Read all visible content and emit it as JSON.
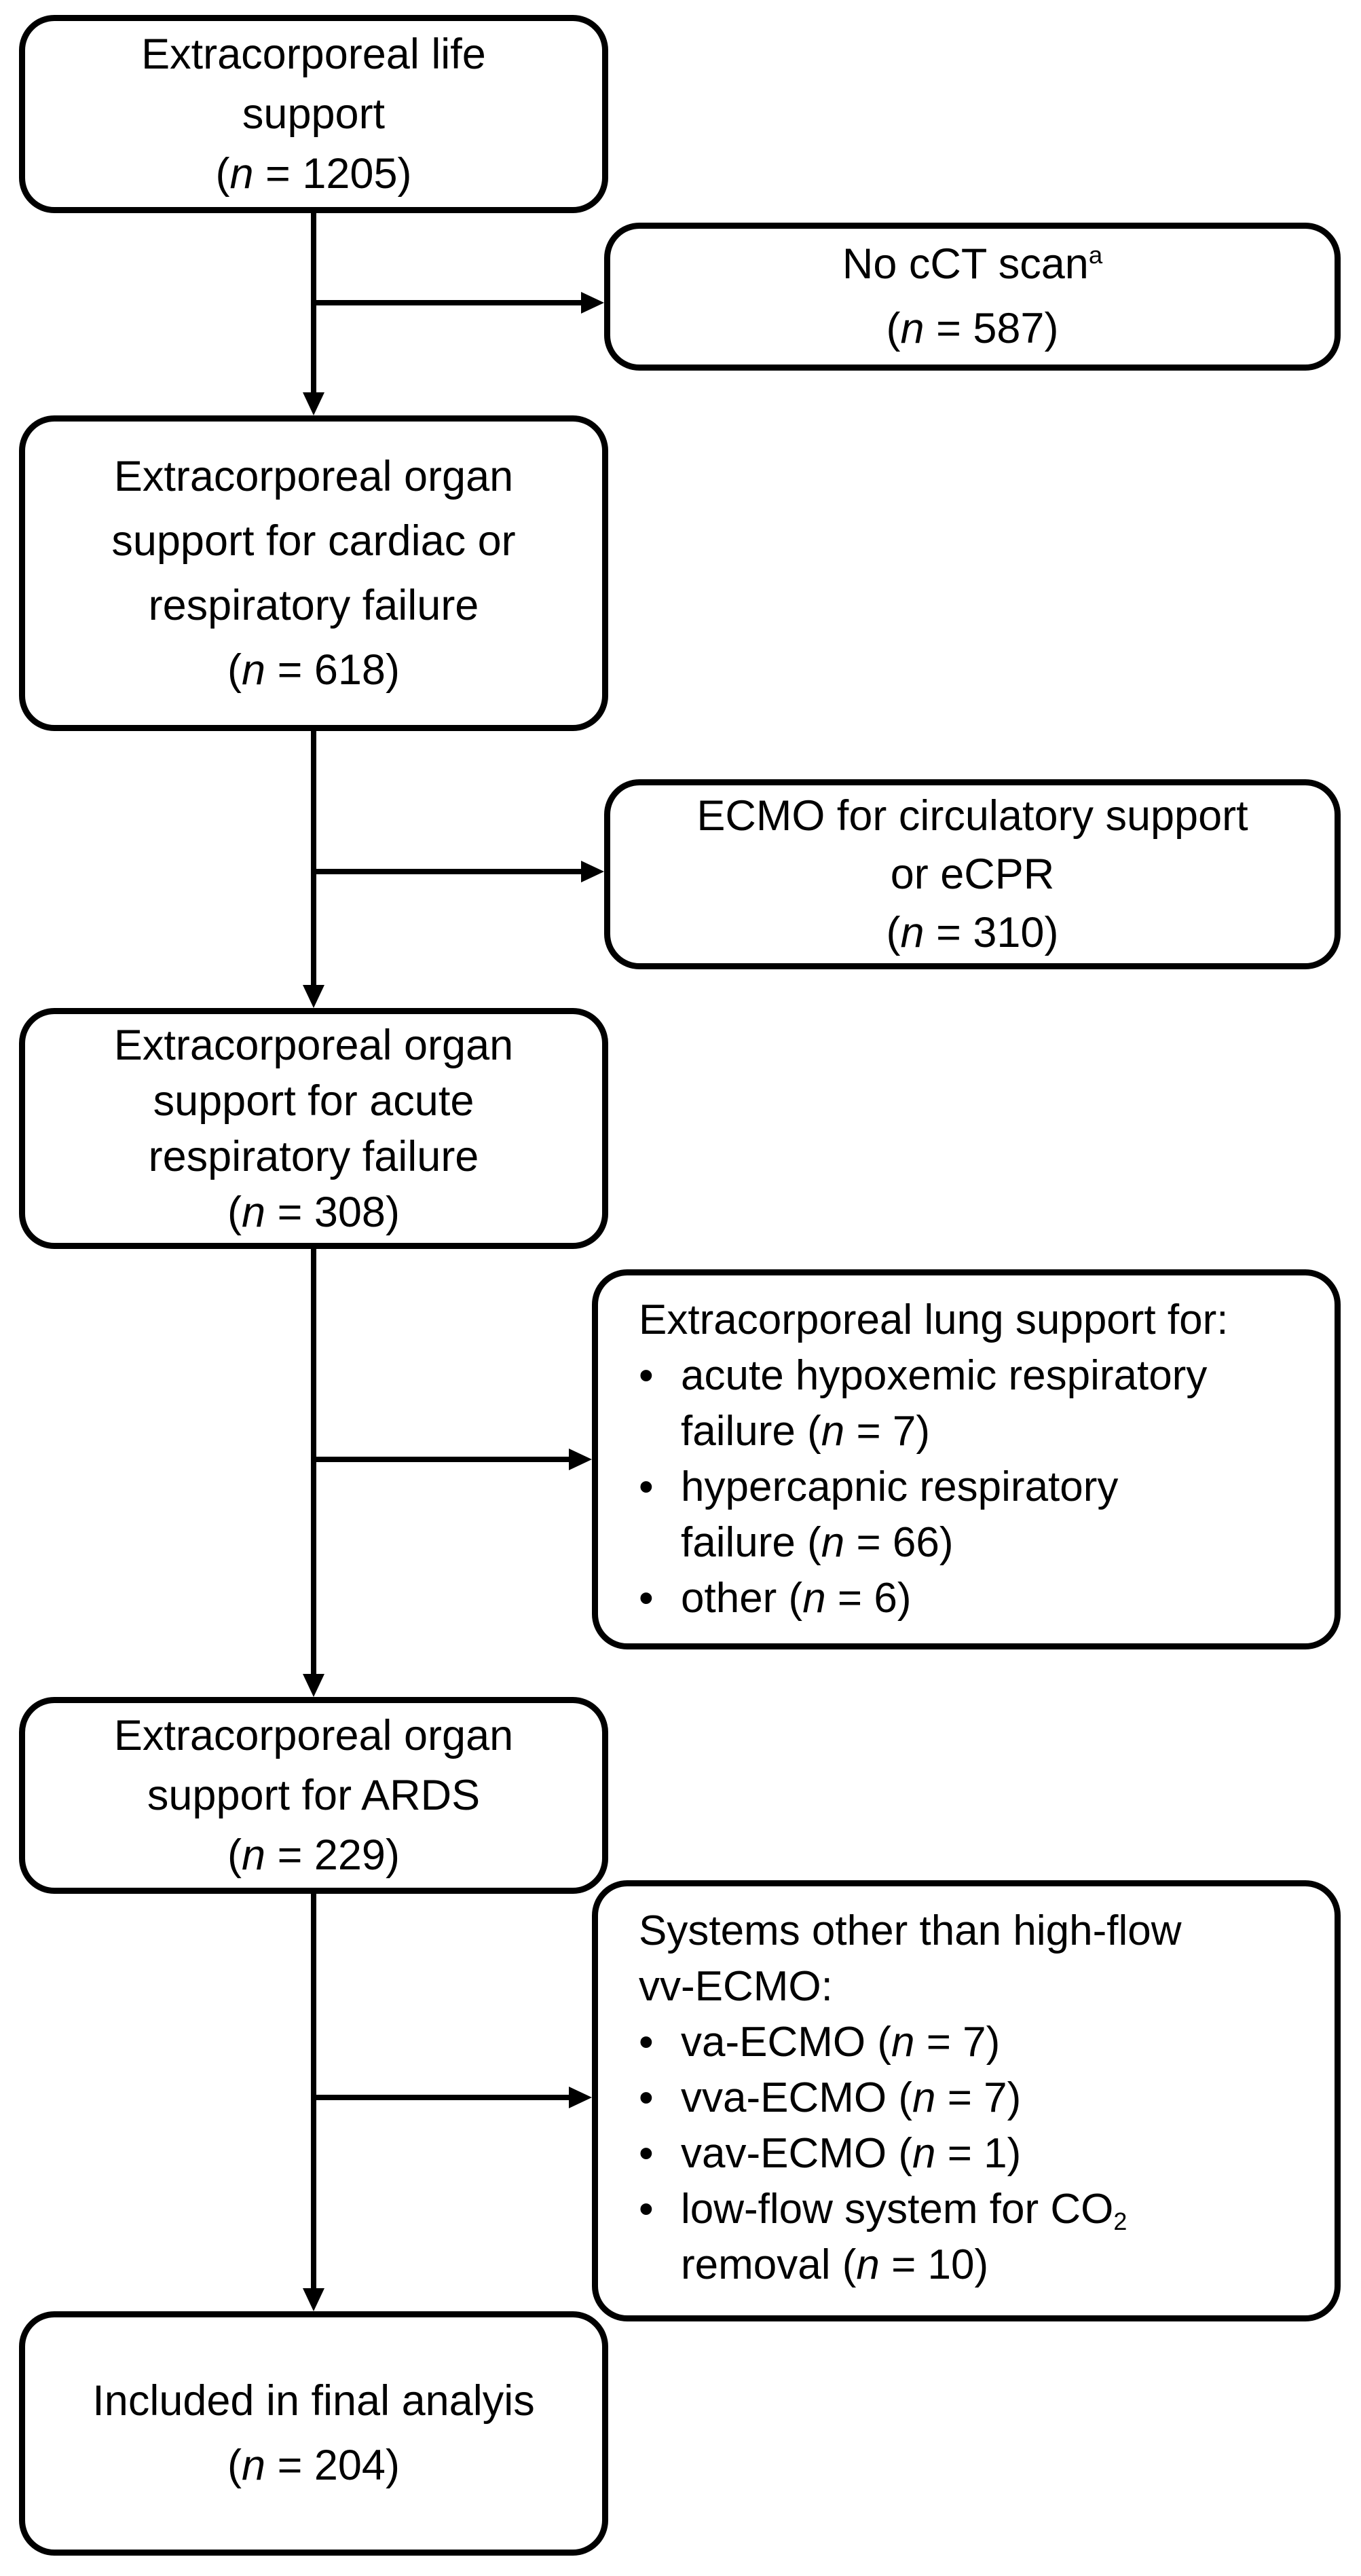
{
  "figure": {
    "type": "flow-diagram",
    "bullet_char": "•",
    "colors": {
      "stroke": "#000000",
      "background": "#ffffff",
      "text": "#000000"
    }
  },
  "boxes": {
    "els": {
      "lines": [
        {
          "segments": [
            {
              "text": "Extracorporeal life"
            }
          ]
        },
        {
          "segments": [
            {
              "text": "support"
            }
          ]
        },
        {
          "segments": [
            {
              "text": "("
            },
            {
              "text": "n",
              "style": "italic"
            },
            {
              "text": " = 1205)"
            }
          ]
        }
      ]
    },
    "no_cct": {
      "lines": [
        {
          "segments": [
            {
              "text": "No cCT scan"
            },
            {
              "text": "a",
              "style": "sup"
            }
          ]
        },
        {
          "segments": [
            {
              "text": "("
            },
            {
              "text": "n",
              "style": "italic"
            },
            {
              "text": " = 587)"
            }
          ]
        }
      ]
    },
    "cardiac_resp": {
      "lines": [
        {
          "segments": [
            {
              "text": "Extracorporeal organ"
            }
          ]
        },
        {
          "segments": [
            {
              "text": "support for cardiac or"
            }
          ]
        },
        {
          "segments": [
            {
              "text": "respiratory failure"
            }
          ]
        },
        {
          "segments": [
            {
              "text": "("
            },
            {
              "text": "n",
              "style": "italic"
            },
            {
              "text": " = 618)"
            }
          ]
        }
      ]
    },
    "ecmo_circ": {
      "lines": [
        {
          "segments": [
            {
              "text": "ECMO for circulatory support"
            }
          ]
        },
        {
          "segments": [
            {
              "text": "or eCPR"
            }
          ]
        },
        {
          "segments": [
            {
              "text": "("
            },
            {
              "text": "n",
              "style": "italic"
            },
            {
              "text": " = 310)"
            }
          ]
        }
      ]
    },
    "acute_resp": {
      "lines": [
        {
          "segments": [
            {
              "text": "Extracorporeal organ"
            }
          ]
        },
        {
          "segments": [
            {
              "text": "support for acute"
            }
          ]
        },
        {
          "segments": [
            {
              "text": "respiratory failure"
            }
          ]
        },
        {
          "segments": [
            {
              "text": "("
            },
            {
              "text": "n",
              "style": "italic"
            },
            {
              "text": " = 308)"
            }
          ]
        }
      ]
    },
    "lung_support": {
      "lines": [
        {
          "segments": [
            {
              "text": "Extracorporeal lung support for:"
            }
          ]
        },
        {
          "bullet": true,
          "segments": [
            {
              "text": "acute hypoxemic respiratory"
            }
          ]
        },
        {
          "indent": true,
          "segments": [
            {
              "text": "failure ("
            },
            {
              "text": "n",
              "style": "italic"
            },
            {
              "text": " = 7)"
            }
          ]
        },
        {
          "bullet": true,
          "segments": [
            {
              "text": "hypercapnic respiratory"
            }
          ]
        },
        {
          "indent": true,
          "segments": [
            {
              "text": "failure ("
            },
            {
              "text": "n",
              "style": "italic"
            },
            {
              "text": " = 66)"
            }
          ]
        },
        {
          "bullet": true,
          "segments": [
            {
              "text": "other ("
            },
            {
              "text": "n",
              "style": "italic"
            },
            {
              "text": " = 6)"
            }
          ]
        }
      ]
    },
    "ards": {
      "lines": [
        {
          "segments": [
            {
              "text": "Extracorporeal organ"
            }
          ]
        },
        {
          "segments": [
            {
              "text": "support for ARDS"
            }
          ]
        },
        {
          "segments": [
            {
              "text": "("
            },
            {
              "text": "n",
              "style": "italic"
            },
            {
              "text": " = 229)"
            }
          ]
        }
      ]
    },
    "other_systems": {
      "lines": [
        {
          "segments": [
            {
              "text": "Systems other than high-flow"
            }
          ]
        },
        {
          "segments": [
            {
              "text": "vv-ECMO:"
            }
          ]
        },
        {
          "bullet": true,
          "segments": [
            {
              "text": "va-ECMO ("
            },
            {
              "text": "n",
              "style": "italic"
            },
            {
              "text": " = 7)"
            }
          ]
        },
        {
          "bullet": true,
          "segments": [
            {
              "text": "vva-ECMO ("
            },
            {
              "text": "n",
              "style": "italic"
            },
            {
              "text": " = 7)"
            }
          ]
        },
        {
          "bullet": true,
          "segments": [
            {
              "text": "vav-ECMO ("
            },
            {
              "text": "n",
              "style": "italic"
            },
            {
              "text": " = 1)"
            }
          ]
        },
        {
          "bullet": true,
          "segments": [
            {
              "text": "low-flow system for CO"
            },
            {
              "text": "2",
              "style": "sub"
            }
          ]
        },
        {
          "indent": true,
          "segments": [
            {
              "text": "removal ("
            },
            {
              "text": "n",
              "style": "italic"
            },
            {
              "text": " = 10)"
            }
          ]
        }
      ]
    },
    "final_analysis": {
      "lines": [
        {
          "segments": [
            {
              "text": "Included in final analyis"
            }
          ]
        },
        {
          "segments": [
            {
              "text": "("
            },
            {
              "text": "n",
              "style": "italic"
            },
            {
              "text": " = 204)"
            }
          ]
        }
      ]
    }
  }
}
